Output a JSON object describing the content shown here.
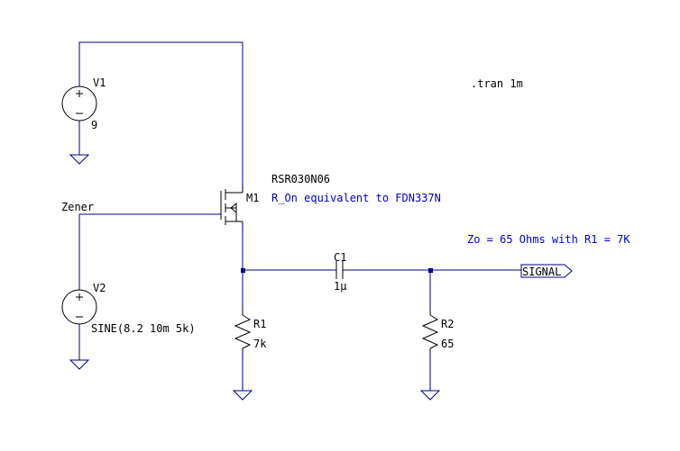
{
  "sim_directive": ".tran 1m",
  "note": "Zo = 65 Ohms with R1 = 7K",
  "net_labels": {
    "gate_net": "Zener",
    "output_flag": "SIGNAL"
  },
  "components": {
    "V1": {
      "name": "V1",
      "value": "9"
    },
    "V2": {
      "name": "V2",
      "value": "SINE(8.2 10m 5k)"
    },
    "M1": {
      "name": "M1",
      "model": "RSR030N06",
      "comment": "R_On equivalent to FDN337N"
    },
    "C1": {
      "name": "C1",
      "value": "1µ"
    },
    "R1": {
      "name": "R1",
      "value": "7k"
    },
    "R2": {
      "name": "R2",
      "value": "65"
    }
  },
  "colors": {
    "wire": "#000080",
    "text": "#000000",
    "directive": "#0000cc"
  }
}
